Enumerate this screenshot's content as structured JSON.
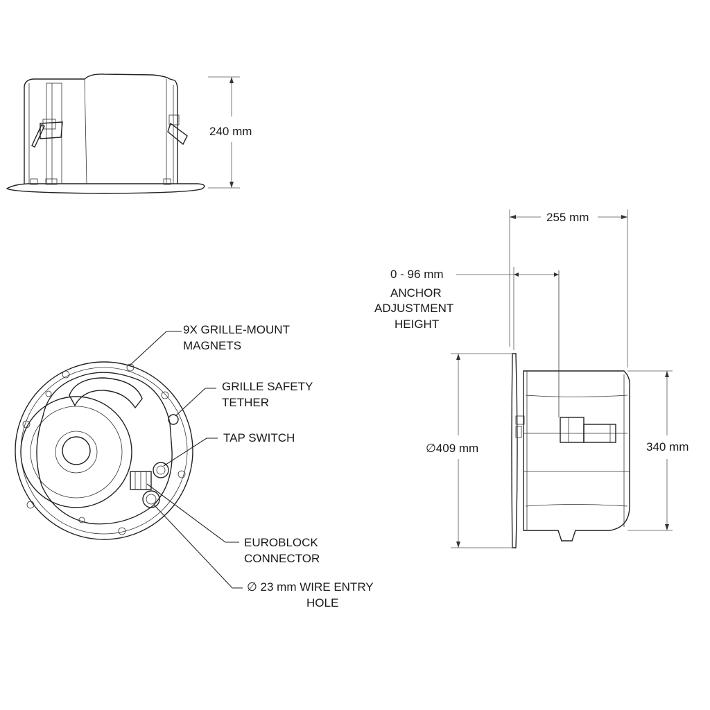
{
  "dimensions": {
    "height_top": "240 mm",
    "depth": "255 mm",
    "anchor_range": "0 - 96 mm",
    "anchor_label": [
      "ANCHOR",
      "ADJUSTMENT",
      "HEIGHT"
    ],
    "diameter": "∅409  mm",
    "height_side": "340  mm"
  },
  "callouts": {
    "magnets": [
      "9X GRILLE-MOUNT",
      "MAGNETS"
    ],
    "tether": [
      "GRILLE SAFETY",
      "TETHER"
    ],
    "tap_switch": "TAP SWITCH",
    "euroblock": [
      "EUROBLOCK",
      "CONNECTOR"
    ],
    "wire_entry": [
      "∅ 23 mm WIRE ENTRY",
      "HOLE"
    ]
  }
}
